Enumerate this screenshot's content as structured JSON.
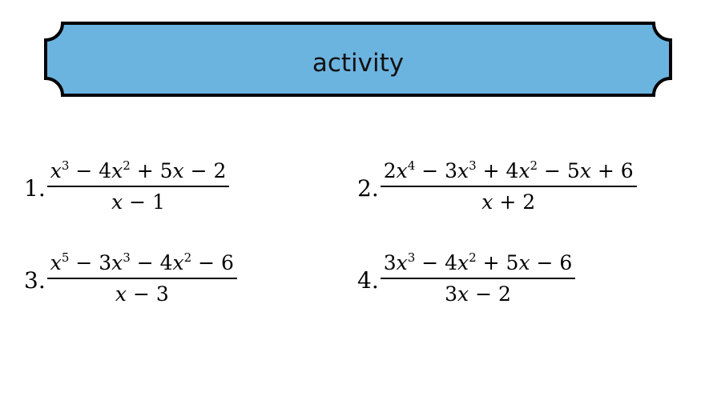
{
  "banner": {
    "title": "activity",
    "fill_color": "#6cb4e0",
    "border_color": "#000000"
  },
  "problems": [
    {
      "number": "1.",
      "numerator": "x³ − 4x² + 5x − 2",
      "denominator": "x − 1"
    },
    {
      "number": "2.",
      "numerator": "2x⁴ − 3x³ + 4x² − 5x + 6",
      "denominator": "x + 2"
    },
    {
      "number": "3.",
      "numerator": "x⁵ − 3x³ − 4x² − 6",
      "denominator": "x − 3"
    },
    {
      "number": "4.",
      "numerator": "3x³ − 4x² + 5x − 6",
      "denominator": "3x − 2"
    }
  ]
}
